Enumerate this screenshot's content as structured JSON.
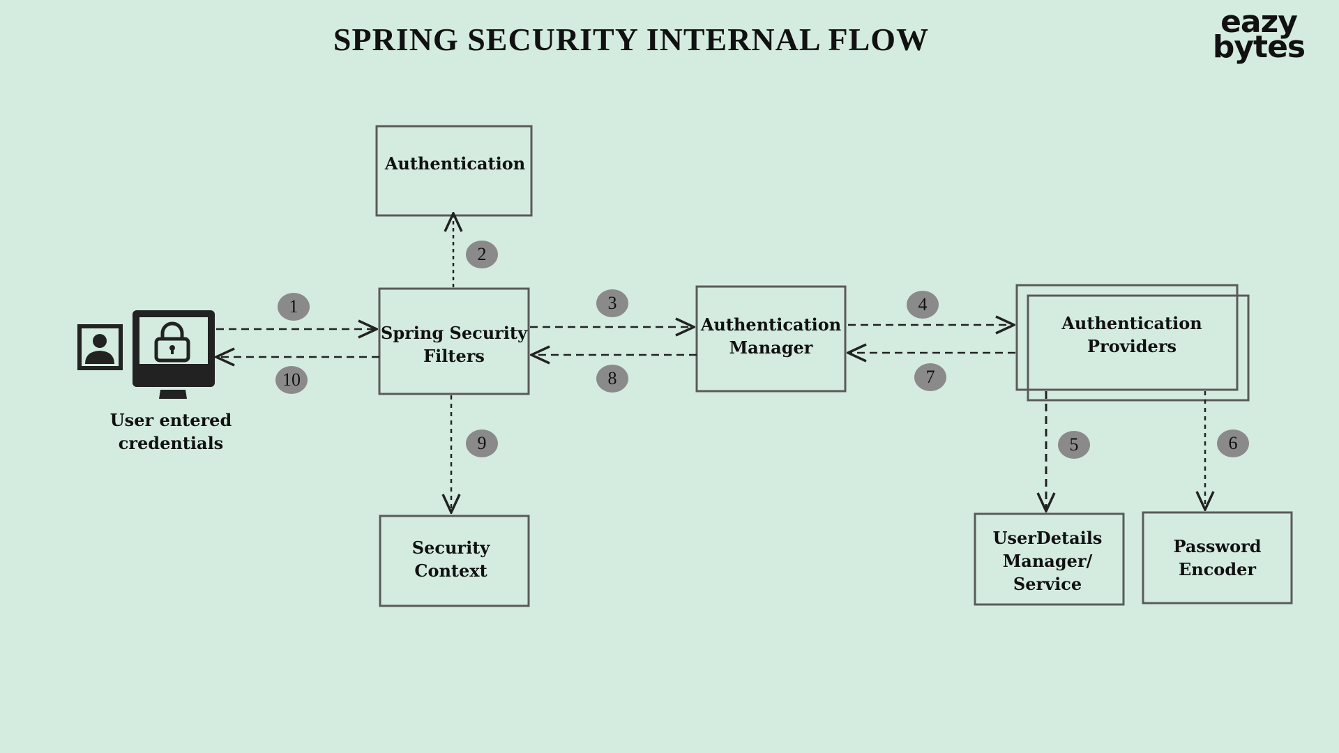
{
  "title": "SPRING SECURITY INTERNAL FLOW",
  "logo": {
    "line1": "eazy",
    "line2": "bytes"
  },
  "user": {
    "caption": "User entered\ncredentials",
    "icons": [
      "user-portrait-icon",
      "monitor-lock-icon"
    ]
  },
  "boxes": {
    "authentication": "Authentication",
    "filters": "Spring Security\nFilters",
    "manager": "Authentication\nManager",
    "providers": "Authentication\nProviders",
    "context": "Security\nContext",
    "userdetails": "UserDetails\nManager/\nService",
    "encoder": "Password\nEncoder"
  },
  "steps": [
    "1",
    "2",
    "3",
    "4",
    "5",
    "6",
    "7",
    "8",
    "9",
    "10"
  ],
  "colors": {
    "background": "#d4ecdf",
    "box_border": "#5a5a5a",
    "badge": "#8a8a8a",
    "arrow": "#222222"
  }
}
